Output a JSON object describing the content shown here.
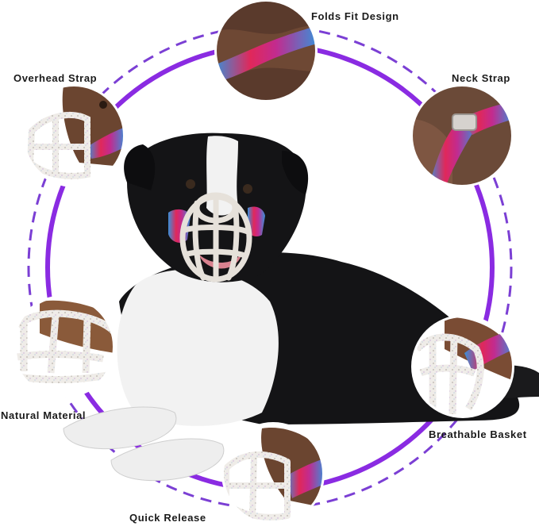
{
  "colors": {
    "ring_purple": "#8a2be2",
    "dash_purple": "#7b3fd4",
    "strap_red": "#e0285a",
    "strap_blue": "#3a8fd8",
    "dog_black": "#141416",
    "dog_white": "#f2f2f2",
    "muzzle_clear": "#e8e4df",
    "label_text": "#1a1a1a"
  },
  "features": {
    "folds_fit": {
      "label": "Folds Fit Design",
      "icon": "strap-closeup-icon"
    },
    "neck_strap": {
      "label": "Neck Strap",
      "icon": "buckle-closeup-icon"
    },
    "overhead_strap": {
      "label": "Overhead Strap",
      "icon": "dog-wearing-muzzle-icon"
    },
    "natural_material": {
      "label": "Natural Material",
      "icon": "muzzle-material-closeup-icon"
    },
    "breathable_basket": {
      "label": "Breathable Basket",
      "icon": "basket-closeup-icon"
    },
    "quick_release": {
      "label": "Quick Release",
      "icon": "dog-muzzle-side-icon"
    }
  },
  "hero": {
    "subject": "border-collie-wearing-basket-muzzle"
  }
}
